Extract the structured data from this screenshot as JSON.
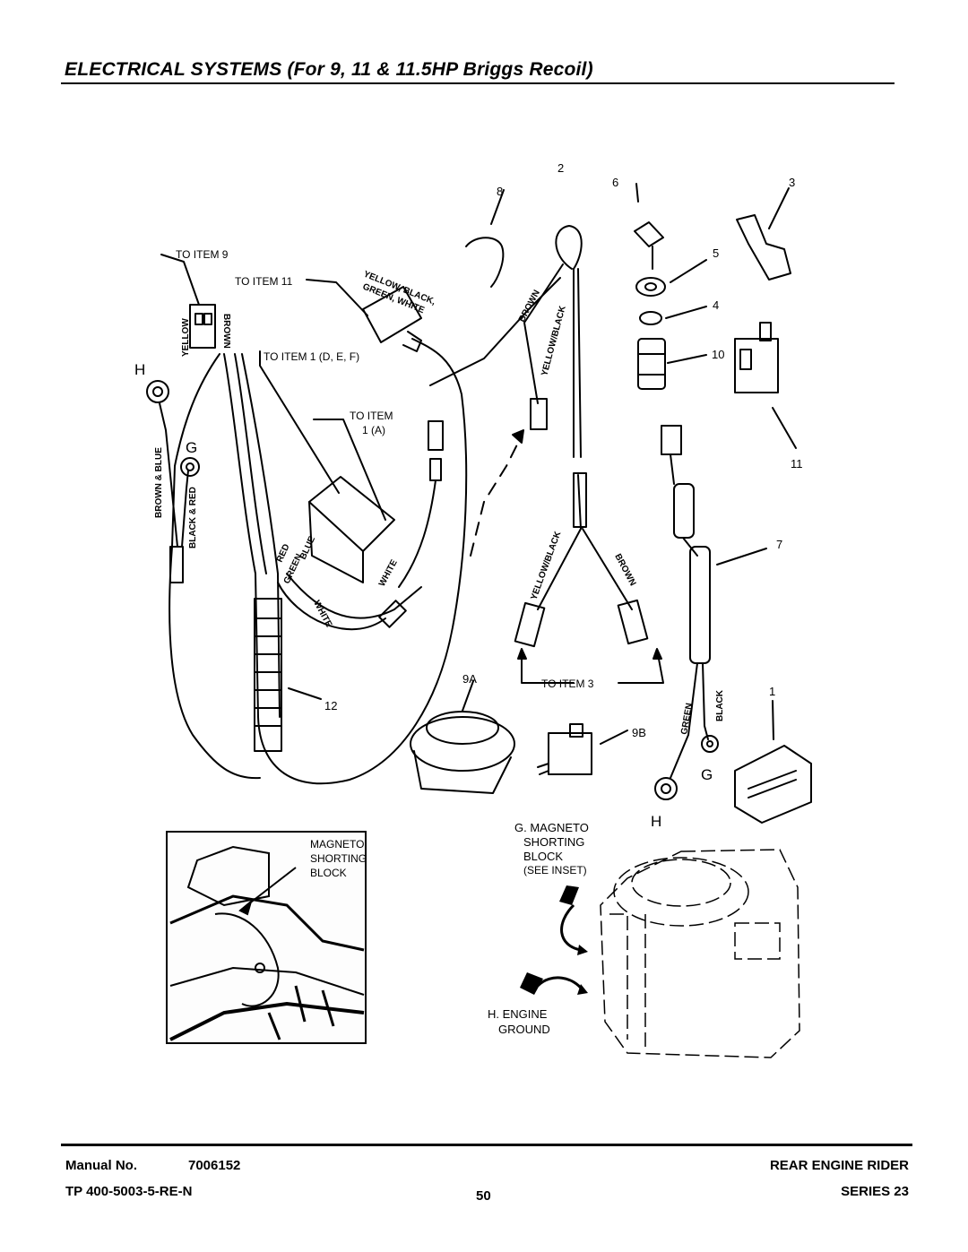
{
  "title": "ELECTRICAL SYSTEMS (For 9, 11 & 11.5HP Briggs Recoil)",
  "callouts": {
    "to_item_9": "TO ITEM 9",
    "to_item_11": "TO ITEM 11",
    "to_item_1_def": "TO ITEM 1 (D, E, F)",
    "to_item_1a_line1": "TO ITEM",
    "to_item_1a_line2": "1 (A)",
    "to_item_3": "TO ITEM 3"
  },
  "wire_colors": {
    "yellow_black_green_white_1": "YELLOW, BLACK,",
    "yellow_black_green_white_2": "GREEN, WHITE",
    "yellow": "YELLOW",
    "brown": "BROWN",
    "brown_and_blue": "BROWN & BLUE",
    "black_and_red": "BLACK & RED",
    "red": "RED",
    "blue": "BLUE",
    "green": "GREEN",
    "white": "WHITE",
    "white2": "WHITE",
    "brown_top": "BROWN",
    "yellow_black_top": "YELLOW/BLACK",
    "yellow_black_y": "YELLOW/BLACK",
    "brown_y": "BROWN",
    "green7": "GREEN",
    "black7": "BLACK"
  },
  "item_numbers": {
    "n2": "2",
    "n8": "8",
    "n6": "6",
    "n3": "3",
    "n5": "5",
    "n4": "4",
    "n10": "10",
    "n11": "11",
    "n7": "7",
    "n12": "12",
    "n9a": "9A",
    "n9b": "9B",
    "n1": "1"
  },
  "letters": {
    "h_left": "H",
    "g_left": "G",
    "g_right": "G",
    "h_right": "H"
  },
  "inset": {
    "magneto_1": "MAGNETO",
    "magneto_2": "SHORTING",
    "magneto_3": "BLOCK",
    "g_label_1": "G. MAGNETO",
    "g_label_2": "SHORTING",
    "g_label_3": "BLOCK",
    "g_label_4": "(SEE INSET)",
    "h_label_1": "H. ENGINE",
    "h_label_2": "GROUND"
  },
  "footer": {
    "manual_label": "Manual No.",
    "manual_no": "7006152",
    "tp": "TP 400-5003-5-RE-N",
    "page": "50",
    "product": "REAR ENGINE RIDER",
    "series": "SERIES 23"
  }
}
